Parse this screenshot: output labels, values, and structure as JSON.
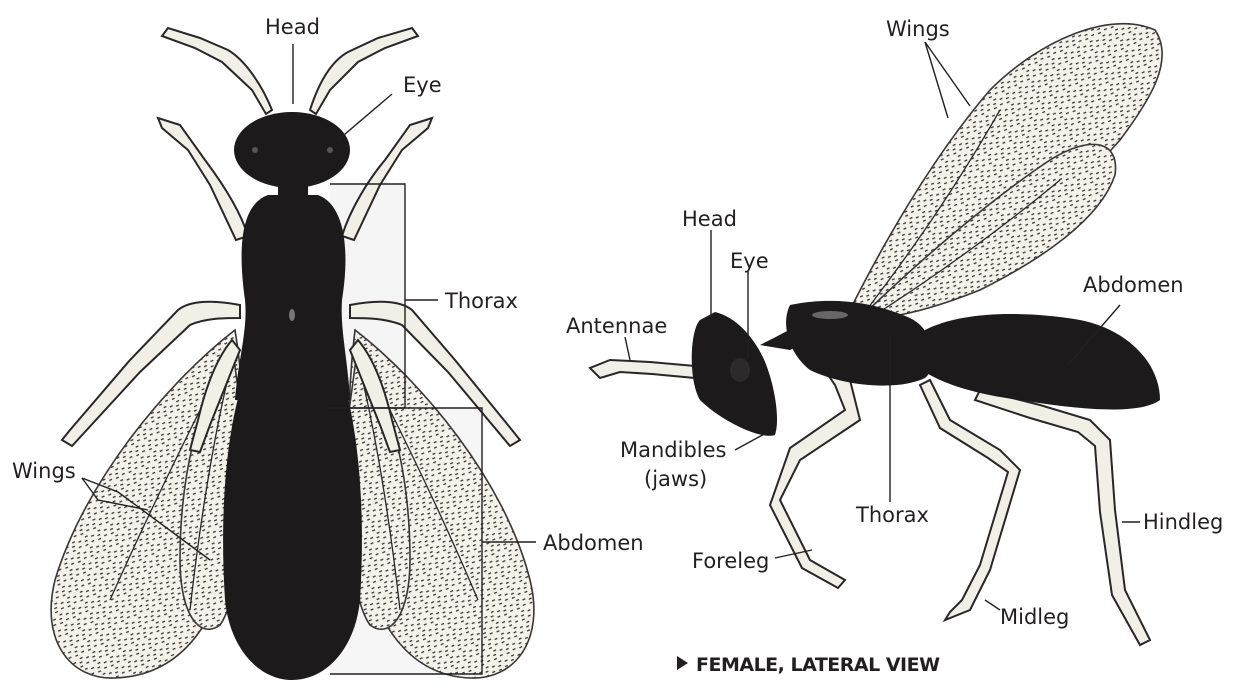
{
  "dorsal_view": {
    "labels": {
      "head": "Head",
      "eye": "Eye",
      "thorax": "Thorax",
      "wings": "Wings",
      "abdomen": "Abdomen"
    }
  },
  "lateral_view": {
    "labels": {
      "wings": "Wings",
      "head": "Head",
      "eye": "Eye",
      "abdomen": "Abdomen",
      "antennae": "Antennae",
      "mandibles_line1": "Mandibles",
      "mandibles_line2": "(jaws)",
      "thorax": "Thorax",
      "hindleg": "Hindleg",
      "foreleg": "Foreleg",
      "midleg": "Midleg"
    },
    "caption": "FEMALE, LATERAL VIEW"
  },
  "colors": {
    "body": "#1c1a1b",
    "wing_fill": "#f4f2ea",
    "leg_fill": "#f1efe6",
    "text": "#231f20",
    "box_tint": "#ececec"
  }
}
